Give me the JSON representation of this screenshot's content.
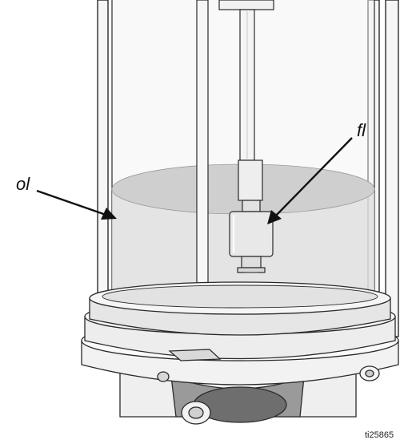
{
  "callouts": {
    "oil_level": {
      "label": "ol"
    },
    "float": {
      "label": "fl"
    }
  },
  "figure_id": "ti25865",
  "colors": {
    "outline": "#2a2a2a",
    "liquid_fill": "#d8d8d8",
    "reservoir_tint": "#f0f0f0",
    "metal_light": "#f4f4f4",
    "metal_mid": "#cfcfcf",
    "metal_dark": "#8a8a8a"
  }
}
